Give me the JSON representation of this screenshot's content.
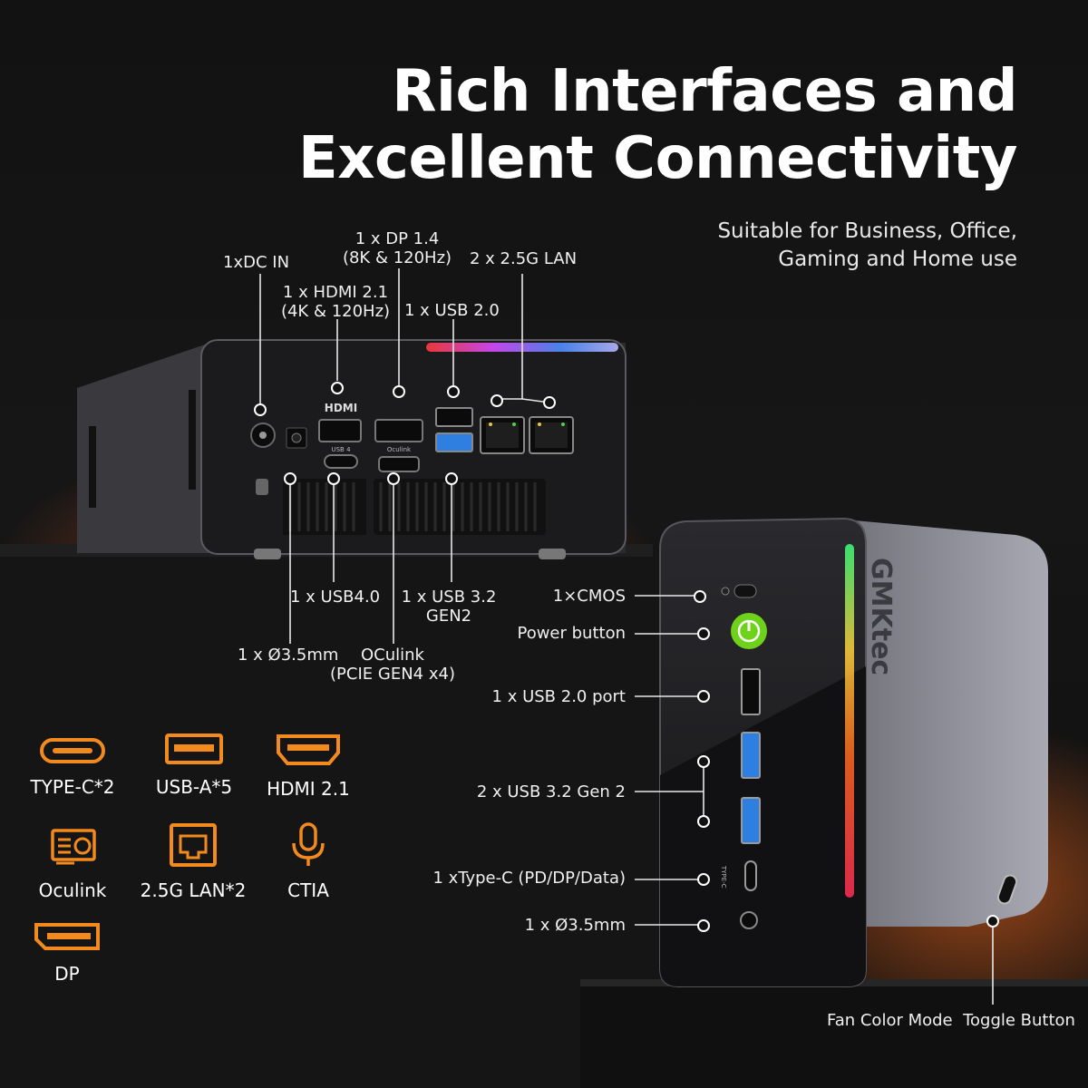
{
  "headline": {
    "line1": "Rich Interfaces and",
    "line2": "Excellent Connectivity"
  },
  "subheadline": {
    "line1": "Suitable for Business, Office,",
    "line2": "Gaming and Home use"
  },
  "rear_ports": {
    "dc_in": "1xDC IN",
    "hdmi": {
      "line1": "1 x HDMI 2.1",
      "line2": "(4K & 120Hz)"
    },
    "dp": {
      "line1": "1 x DP 1.4",
      "line2": "(8K & 120Hz)"
    },
    "usb20": "1 x USB 2.0",
    "lan": "2 x 2.5G LAN",
    "usb40": "1 x USB4.0",
    "usb32": {
      "line1": "1 x USB 3.2",
      "line2": "GEN2"
    },
    "audio": "1 x Ø3.5mm",
    "oculink": {
      "line1": "OCulink",
      "line2": "(PCIE GEN4 x4)"
    }
  },
  "rear_panel_marks": {
    "hdmi_logo": "HDMI",
    "usb4_mark": "USB 4",
    "oculink_mark": "Oculink"
  },
  "front_ports": {
    "cmos": "1×CMOS",
    "power": "Power button",
    "usb20_port": "1 x USB 2.0 port",
    "usb32_gen2": "2 x USB 3.2 Gen 2",
    "typec": "1 xType-C (PD/DP/Data)",
    "audio": "1 x Ø3.5mm",
    "fan_toggle": "Fan Color Mode  Toggle Button"
  },
  "front_panel_marks": {
    "brand": "GMKtec",
    "typec_mark": "TYPE-C"
  },
  "legend": [
    {
      "icon": "type-c-port-icon",
      "label": "TYPE-C*2"
    },
    {
      "icon": "usb-a-port-icon",
      "label": "USB-A*5"
    },
    {
      "icon": "hdmi-port-icon",
      "label": "HDMI 2.1"
    },
    {
      "icon": "oculink-card-icon",
      "label": "Oculink"
    },
    {
      "icon": "lan-port-icon",
      "label": "2.5G LAN*2"
    },
    {
      "icon": "microphone-icon",
      "label": "CTIA"
    },
    {
      "icon": "displayport-icon",
      "label": "DP"
    }
  ],
  "colors": {
    "accent_orange": "#f28a1e",
    "power_green": "#7be21f",
    "usb3_blue": "#2f7fe0"
  }
}
